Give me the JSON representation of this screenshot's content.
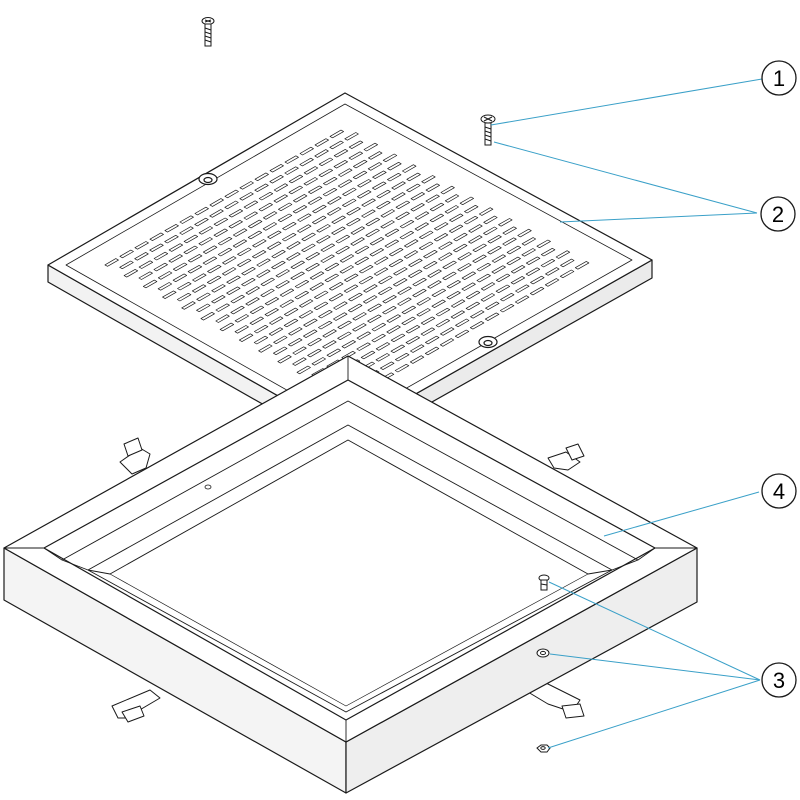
{
  "callouts": [
    {
      "label": "1"
    },
    {
      "label": "2"
    },
    {
      "label": "3"
    },
    {
      "label": "4"
    }
  ],
  "colors": {
    "leader": "#3aa0c8",
    "outline": "#1a1a1a",
    "fill": "#ffffff",
    "shade": "#f2f2f2"
  }
}
